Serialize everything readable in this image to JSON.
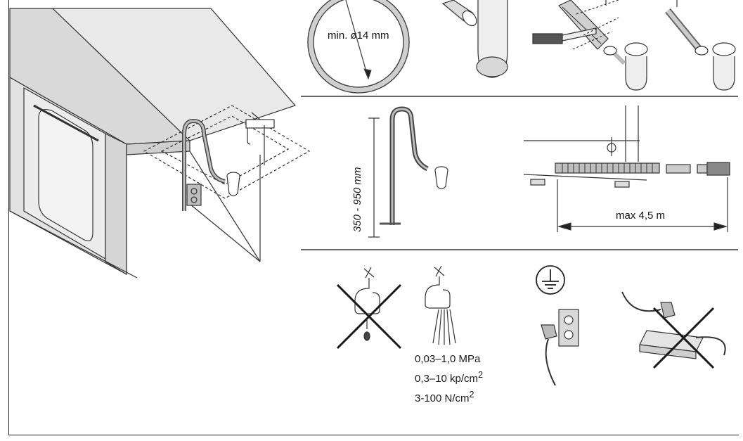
{
  "labels": {
    "hose_diameter": "min. ø14 mm",
    "height_range": "350 - 950 mm",
    "max_length": "max 4,5 m"
  },
  "pressure_specs": {
    "line1": "0,03–1,0 MPa",
    "line2_base": "0,3–10 kp/cm",
    "line2_sup": "2",
    "line3_base": "3-100 N/cm",
    "line3_sup": "2"
  },
  "colors": {
    "line": "#222222",
    "hose_fill": "#bdbdbd",
    "cabinet_fill": "#e6e6e6",
    "cross": "#1a1a1a"
  }
}
